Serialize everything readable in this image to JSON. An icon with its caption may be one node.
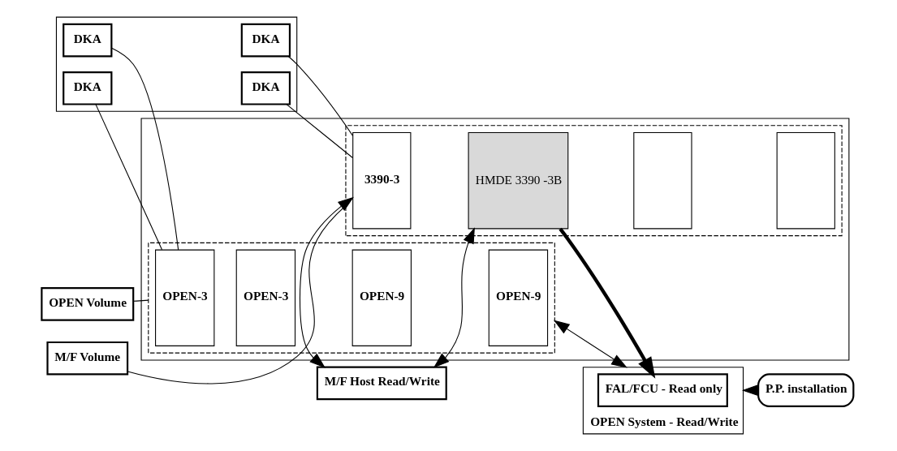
{
  "diagram": {
    "nodes": [
      {
        "text": [],
        "shape": "box"
      },
      {
        "text": [
          "DKA"
        ],
        "in": 0
      },
      {
        "text": [
          "DKA"
        ],
        "in": 0
      },
      {
        "text": [
          "DKA"
        ],
        "in": 0
      },
      {
        "text": [
          "DKA"
        ],
        "in": 0
      },
      {
        "text": [],
        "shape": "box"
      },
      {
        "text": [],
        "shape": "box",
        "in": 5
      },
      {
        "text": [
          "OPEN-3"
        ],
        "in": 6
      },
      {
        "text": [
          "OPEN-3"
        ],
        "in": 6
      },
      {
        "text": [
          "OPEN-9"
        ],
        "in": 6
      },
      {
        "text": [
          "OPEN-9"
        ],
        "in": 6
      },
      {
        "text": [],
        "shape": "box",
        "in": 5
      },
      {
        "text": [
          "3390-3"
        ],
        "in": 11
      },
      {
        "text": [
          "HMDE 3390 -3B"
        ],
        "in": 11
      },
      {
        "text": [],
        "shape": "box",
        "in": 11
      },
      {
        "text": [],
        "shape": "box",
        "in": 11
      },
      {
        "text": [
          "OPEN Volume"
        ]
      },
      {
        "text": [
          "M/F Volume"
        ]
      },
      {
        "text": [
          "OPEN System - Read/Write"
        ]
      },
      {
        "text": [
          "FAL/FCU - Read only"
        ],
        "in": 18
      },
      {
        "text": [
          "P.P. installation"
        ]
      },
      {
        "text": [
          "M/F Host Read/Write"
        ]
      }
    ],
    "edges": [
      {
        "from": 1,
        "to": 7,
        "arrow": "none"
      },
      {
        "from": 2,
        "to": 7,
        "arrow": "none"
      },
      {
        "from": 3,
        "to": 12,
        "arrow": "none"
      },
      {
        "from": 4,
        "to": 12,
        "arrow": "none"
      },
      {
        "from": 16,
        "to": 6,
        "arrow": "none"
      },
      {
        "from": 17,
        "to": 11,
        "arrow": "none"
      },
      {
        "from": 6,
        "to": 18,
        "arrow": "both"
      },
      {
        "from": 13,
        "to": 19,
        "arrow": "to",
        "style": "thick"
      },
      {
        "from": 20,
        "to": 18,
        "arrow": "to"
      },
      {
        "from": 12,
        "to": 21,
        "arrow": "both"
      },
      {
        "from": 13,
        "to": 21,
        "arrow": "both"
      }
    ]
  }
}
